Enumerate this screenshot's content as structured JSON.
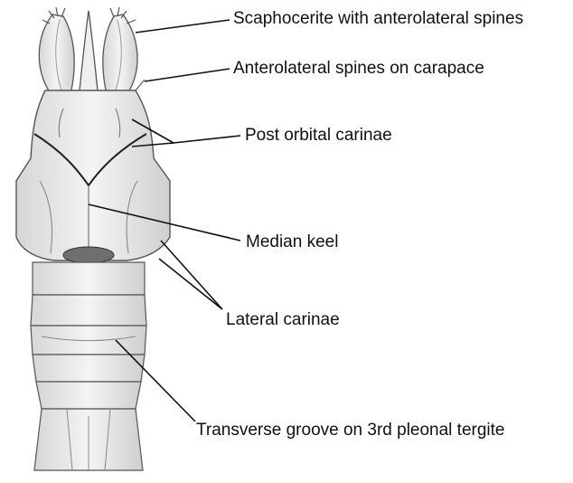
{
  "labels": {
    "scaphocerite": "Scaphocerite with anterolateral spines",
    "anterolateral_spines": "Anterolateral spines on carapace",
    "post_orbital": "Post orbital carinae",
    "median_keel": "Median keel",
    "lateral_carinae": "Lateral carinae",
    "transverse_groove": "Transverse groove on 3rd pleonal tergite"
  },
  "colors": {
    "background": "#ffffff",
    "text": "#111111",
    "leader_line": "#111111",
    "body_fill": "#ececec",
    "body_stroke": "#555555",
    "shadow": "#bdbdbd"
  }
}
